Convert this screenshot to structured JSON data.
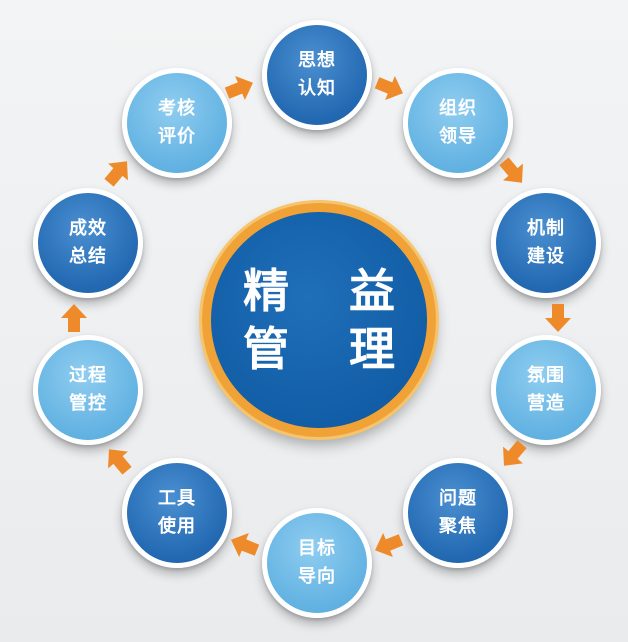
{
  "center": {
    "line1": "精 益",
    "line2": "管 理"
  },
  "nodes": [
    {
      "line1": "思想",
      "line2": "认知"
    },
    {
      "line1": "组织",
      "line2": "领导"
    },
    {
      "line1": "机制",
      "line2": "建设"
    },
    {
      "line1": "氛围",
      "line2": "营造"
    },
    {
      "line1": "问题",
      "line2": "聚焦"
    },
    {
      "line1": "目标",
      "line2": "导向"
    },
    {
      "line1": "工具",
      "line2": "使用"
    },
    {
      "line1": "过程",
      "line2": "管控"
    },
    {
      "line1": "成效",
      "line2": "总结"
    },
    {
      "line1": "考核",
      "line2": "评价"
    }
  ],
  "colors": {
    "dark": "#2369b2",
    "light": "#62b2e2",
    "arrow": "#ee8a2a",
    "ring": "#f0a236"
  }
}
